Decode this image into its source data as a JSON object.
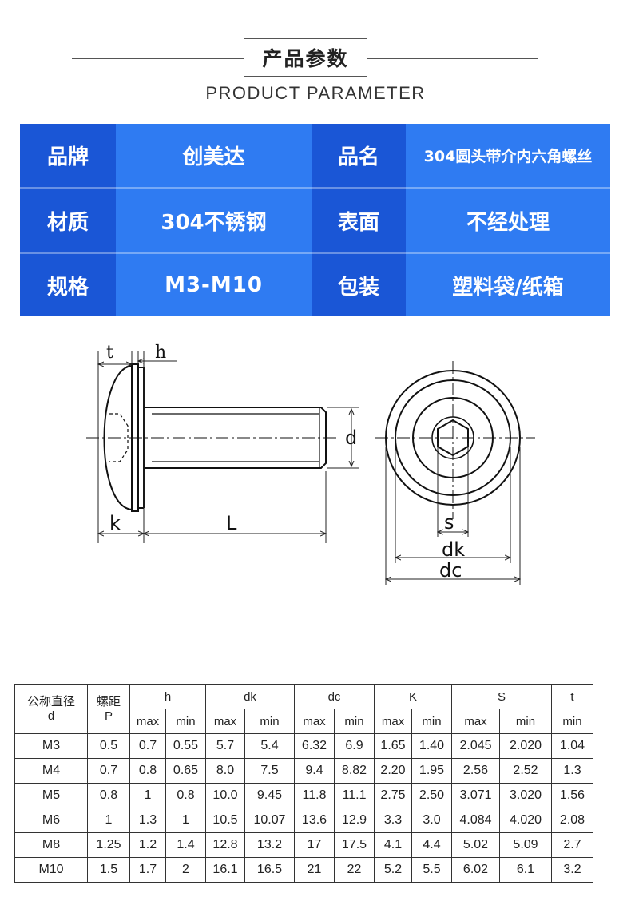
{
  "header": {
    "title": "产品参数",
    "subtitle": "PRODUCT PARAMETER"
  },
  "info": {
    "rows": [
      [
        {
          "k": "品牌"
        },
        {
          "v": "创美达"
        },
        {
          "k": "品名"
        },
        {
          "v": "304圆头带介内六角螺丝"
        }
      ],
      [
        {
          "k": "材质"
        },
        {
          "v": "304不锈钢"
        },
        {
          "k": "表面"
        },
        {
          "v": "不经处理"
        }
      ],
      [
        {
          "k": "规格"
        },
        {
          "v": "M3-M10"
        },
        {
          "k": "包装"
        },
        {
          "v": "塑料袋/纸箱"
        }
      ]
    ],
    "colors": {
      "key_bg": "#1a56d6",
      "value_bg": "#2f7bf2",
      "text": "#ffffff"
    }
  },
  "drawing": {
    "labels": {
      "t": "t",
      "h": "h",
      "d": "d",
      "k": "k",
      "L": "L",
      "s": "s",
      "dk": "dk",
      "dc": "dc"
    }
  },
  "spec": {
    "head": {
      "nominal_line1": "公称直径",
      "nominal_line2": "d",
      "pitch_line1": "螺距",
      "pitch_line2": "P",
      "h": "h",
      "dk": "dk",
      "dc": "dc",
      "K": "K",
      "S": "S",
      "t": "t",
      "max": "max",
      "min": "min"
    },
    "rows": [
      [
        "M3",
        "0.5",
        "0.7",
        "0.55",
        "5.7",
        "5.4",
        "6.32",
        "6.9",
        "1.65",
        "1.40",
        "2.045",
        "2.020",
        "1.04"
      ],
      [
        "M4",
        "0.7",
        "0.8",
        "0.65",
        "8.0",
        "7.5",
        "9.4",
        "8.82",
        "2.20",
        "1.95",
        "2.56",
        "2.52",
        "1.3"
      ],
      [
        "M5",
        "0.8",
        "1",
        "0.8",
        "10.0",
        "9.45",
        "11.8",
        "11.1",
        "2.75",
        "2.50",
        "3.071",
        "3.020",
        "1.56"
      ],
      [
        "M6",
        "1",
        "1.3",
        "1",
        "10.5",
        "10.07",
        "13.6",
        "12.9",
        "3.3",
        "3.0",
        "4.084",
        "4.020",
        "2.08"
      ],
      [
        "M8",
        "1.25",
        "1.2",
        "1.4",
        "12.8",
        "13.2",
        "17",
        "17.5",
        "4.1",
        "4.4",
        "5.02",
        "5.09",
        "2.7"
      ],
      [
        "M10",
        "1.5",
        "1.7",
        "2",
        "16.1",
        "16.5",
        "21",
        "22",
        "5.2",
        "5.5",
        "6.02",
        "6.1",
        "3.2"
      ]
    ]
  }
}
